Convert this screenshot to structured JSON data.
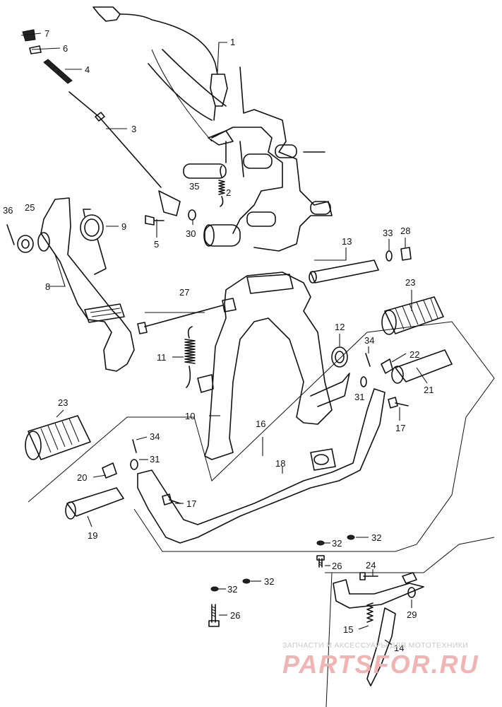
{
  "callouts": [
    {
      "id": "c1",
      "text": "1"
    },
    {
      "id": "c2",
      "text": "2"
    },
    {
      "id": "c3",
      "text": "3"
    },
    {
      "id": "c4",
      "text": "4"
    },
    {
      "id": "c5",
      "text": "5"
    },
    {
      "id": "c6",
      "text": "6"
    },
    {
      "id": "c7",
      "text": "7"
    },
    {
      "id": "c8",
      "text": "8"
    },
    {
      "id": "c9",
      "text": "9"
    },
    {
      "id": "c10",
      "text": "10"
    },
    {
      "id": "c11",
      "text": "11"
    },
    {
      "id": "c12",
      "text": "12"
    },
    {
      "id": "c13",
      "text": "13"
    },
    {
      "id": "c14",
      "text": "14"
    },
    {
      "id": "c15",
      "text": "15"
    },
    {
      "id": "c16",
      "text": "16"
    },
    {
      "id": "c17a",
      "text": "17"
    },
    {
      "id": "c17b",
      "text": "17"
    },
    {
      "id": "c18",
      "text": "18"
    },
    {
      "id": "c19",
      "text": "19"
    },
    {
      "id": "c20",
      "text": "20"
    },
    {
      "id": "c21",
      "text": "21"
    },
    {
      "id": "c22",
      "text": "22"
    },
    {
      "id": "c23a",
      "text": "23"
    },
    {
      "id": "c23b",
      "text": "23"
    },
    {
      "id": "c24",
      "text": "24"
    },
    {
      "id": "c25",
      "text": "25"
    },
    {
      "id": "c26a",
      "text": "26"
    },
    {
      "id": "c26b",
      "text": "26"
    },
    {
      "id": "c27",
      "text": "27"
    },
    {
      "id": "c28",
      "text": "28"
    },
    {
      "id": "c29",
      "text": "29"
    },
    {
      "id": "c30",
      "text": "30"
    },
    {
      "id": "c31a",
      "text": "31"
    },
    {
      "id": "c31b",
      "text": "31"
    },
    {
      "id": "c32a",
      "text": "32"
    },
    {
      "id": "c32b",
      "text": "32"
    },
    {
      "id": "c32c",
      "text": "32"
    },
    {
      "id": "c32d",
      "text": "32"
    },
    {
      "id": "c33",
      "text": "33"
    },
    {
      "id": "c34a",
      "text": "34"
    },
    {
      "id": "c34b",
      "text": "34"
    },
    {
      "id": "c35",
      "text": "35"
    },
    {
      "id": "c36",
      "text": "36"
    }
  ],
  "watermark": {
    "caption": "ЗАПЧАСТИ И АКСЕССУАРЫ ДЛЯ МОТОТЕХНИКИ",
    "logo_text": "PARTSFOR.RU"
  }
}
